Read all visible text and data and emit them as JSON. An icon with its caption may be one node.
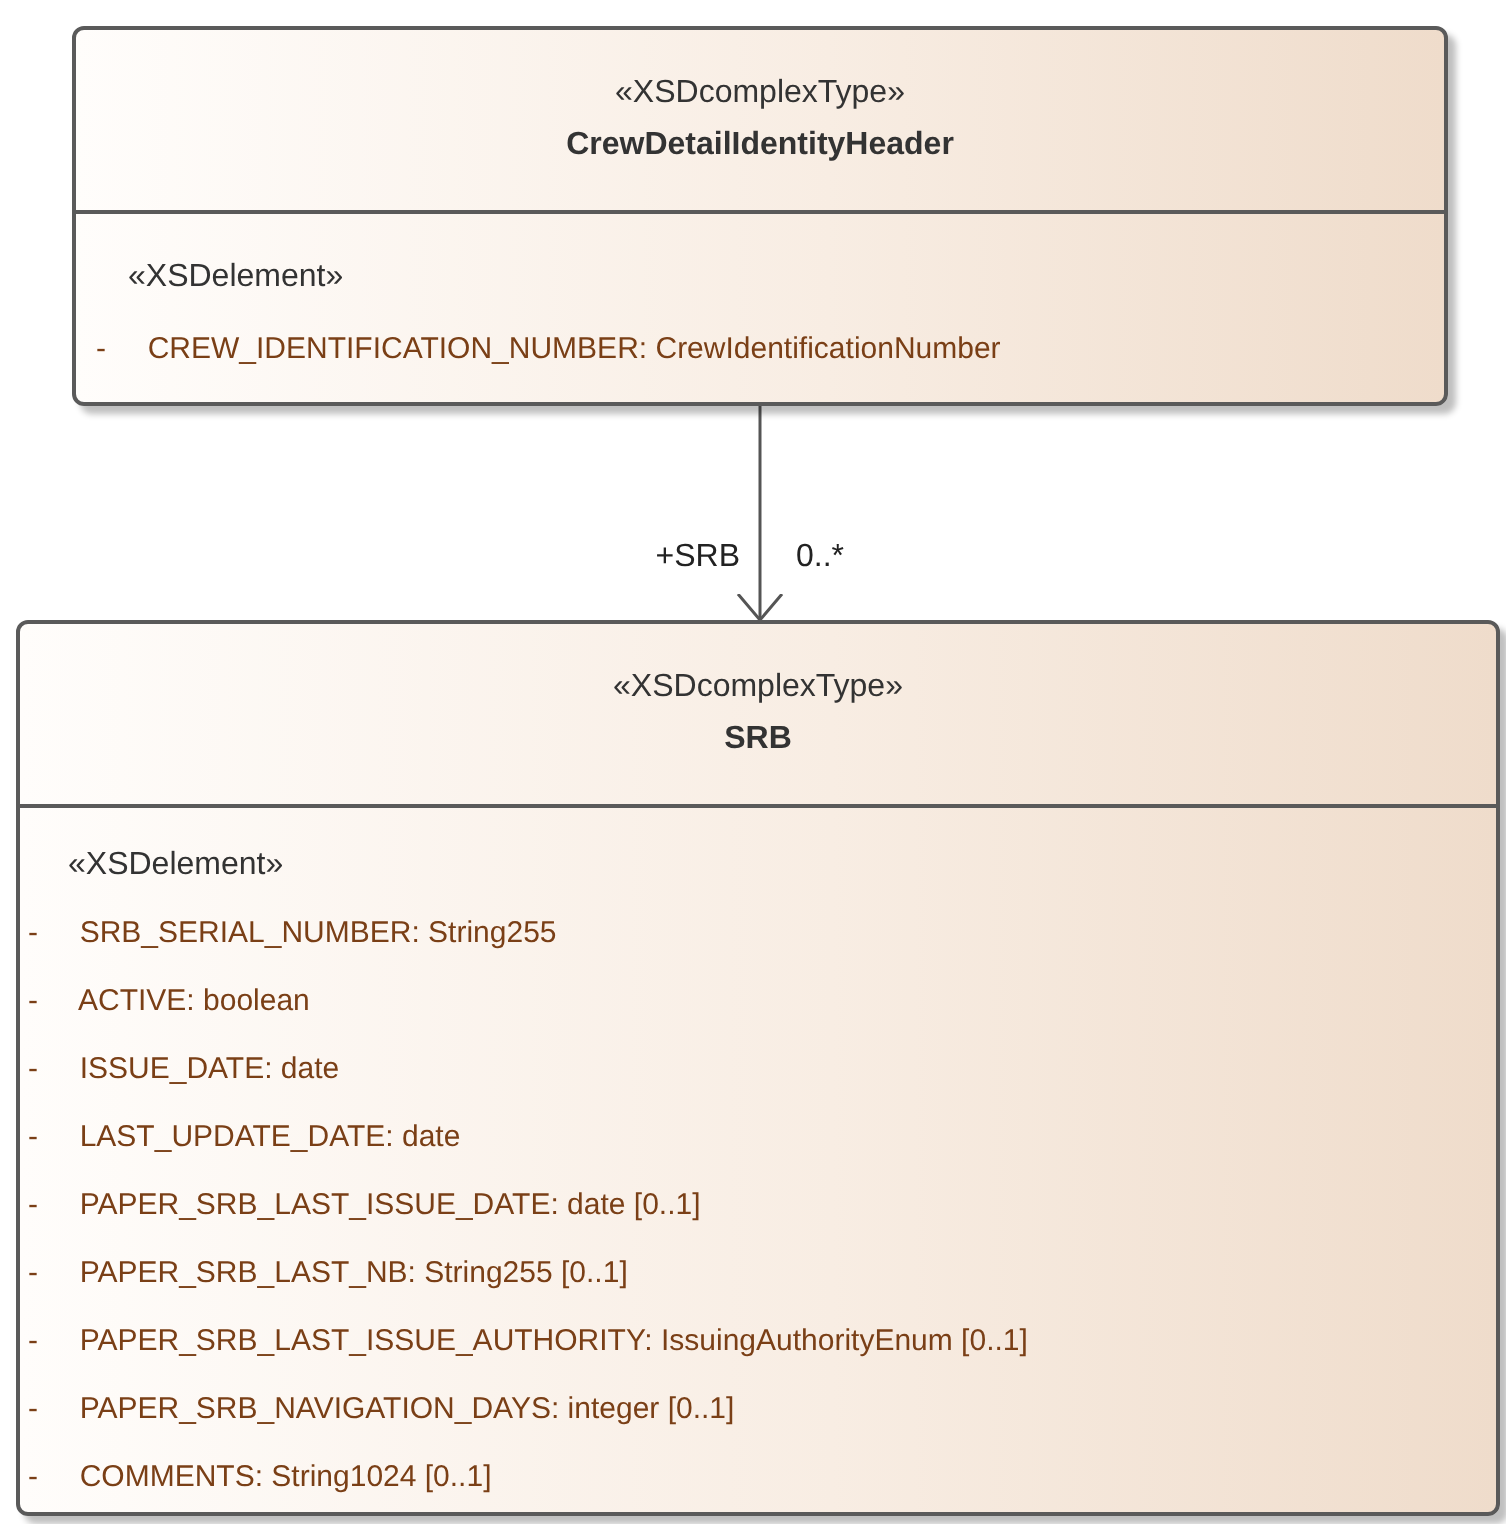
{
  "diagram": {
    "nodes": [
      {
        "text": [
          "«XSDcomplexType»",
          "CrewDetailIdentityHeader",
          "«XSDelement»",
          "- CREW_IDENTIFICATION_NUMBER: CrewIdentificationNumber"
        ]
      },
      {
        "text": [
          "«XSDcomplexType»",
          "SRB",
          "«XSDelement»",
          "- SRB_SERIAL_NUMBER: String255",
          "- ACTIVE: boolean",
          "- ISSUE_DATE: date",
          "- LAST_UPDATE_DATE: date",
          "- PAPER_SRB_LAST_ISSUE_DATE: date [0..1]",
          "- PAPER_SRB_LAST_NB: String255 [0..1]",
          "- PAPER_SRB_LAST_ISSUE_AUTHORITY: IssuingAuthorityEnum [0..1]",
          "- PAPER_SRB_NAVIGATION_DAYS: integer [0..1]",
          "- COMMENTS: String1024 [0..1]"
        ]
      }
    ],
    "edges": [
      {
        "from": 0,
        "to": 1,
        "arrow": "to"
      }
    ],
    "labels": [
      "+SRB",
      "0..*"
    ]
  }
}
